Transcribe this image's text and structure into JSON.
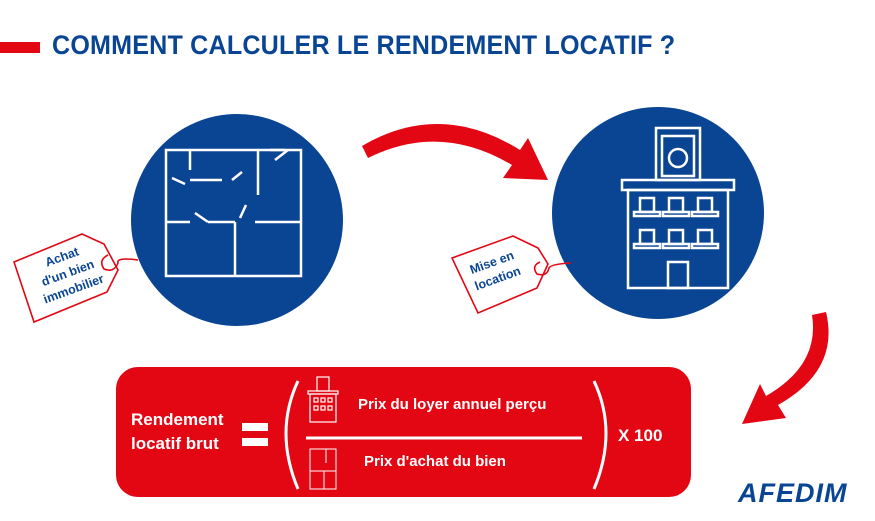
{
  "header": {
    "title": "COMMENT CALCULER LE RENDEMENT LOCATIF ?"
  },
  "steps": [
    {
      "tag": "Achat d'un bien immobilier",
      "tag_lines": [
        "Achat",
        "d'un bien",
        "immobilier"
      ],
      "icon": "floor-plan-icon"
    },
    {
      "tag": "Mise en location",
      "tag_lines": [
        "Mise en",
        "location"
      ],
      "icon": "building-icon"
    }
  ],
  "formula": {
    "label_lines": [
      "Rendement",
      "locatif brut"
    ],
    "equals": "=",
    "numerator": "Prix du loyer annuel perçu",
    "denominator": "Prix d'achat du bien",
    "multiplier": "X 100"
  },
  "brand": {
    "logo": "AFEDIM"
  },
  "colors": {
    "blue": "#0a4594",
    "red": "#e30613"
  }
}
